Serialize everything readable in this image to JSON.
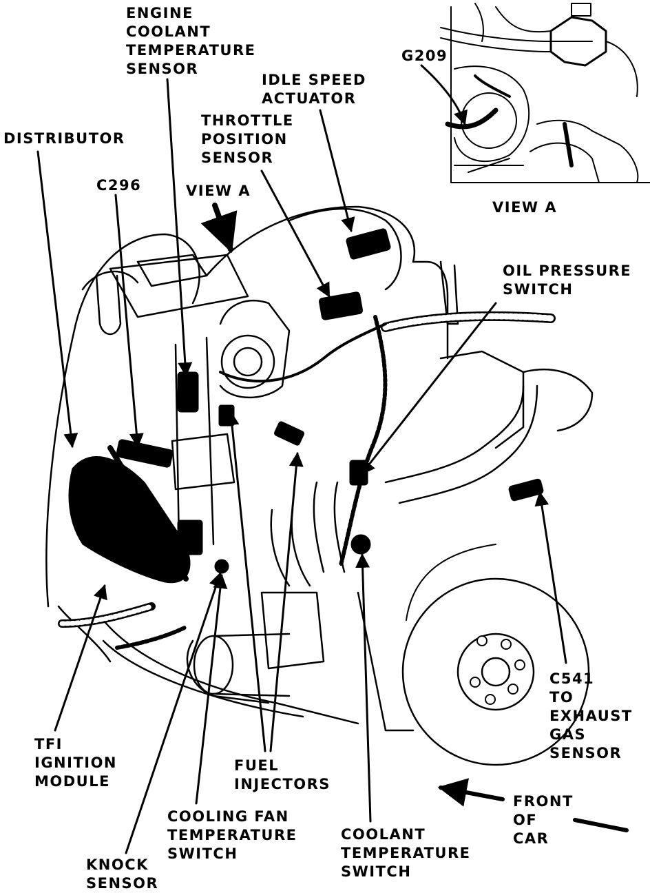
{
  "labels": {
    "engine_coolant_temperature_sensor": "ENGINE\nCOOLANT\nTEMPERATURE\nSENSOR",
    "idle_speed_actuator": "IDLE SPEED\nACTUATOR",
    "throttle_position_sensor": "THROTTLE\nPOSITION\nSENSOR",
    "distributor": "DISTRIBUTOR",
    "c296": "C296",
    "view_a_pointer": "VIEW A",
    "g209": "G209",
    "view_a_caption": "VIEW A",
    "oil_pressure_switch": "OIL PRESSURE\nSWITCH",
    "c541_to_exhaust_gas_sensor": "C541\nTO\nEXHAUST\nGAS\nSENSOR",
    "tfi_ignition_module": "TFI\nIGNITION\nMODULE",
    "fuel_injectors": "FUEL\nINJECTORS",
    "front_of_car": "FRONT\nOF\nCAR",
    "cooling_fan_temperature_switch": "COOLING FAN\nTEMPERATURE\nSWITCH",
    "coolant_temperature_switch": "COOLANT\nTEMPERATURE\nSWITCH",
    "knock_sensor": "KNOCK\nSENSOR"
  }
}
